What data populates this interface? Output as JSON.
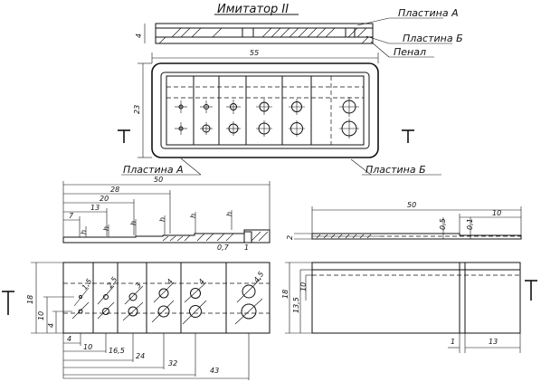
{
  "labels": {
    "title": "Имитатор II",
    "plate_a": "Пластина А",
    "plate_b": "Пластина Б",
    "case": "Пенал",
    "plate_a_bottom": "Пластина А",
    "plate_b_bottom": "Пластина Б"
  },
  "dims": {
    "top_width": "55",
    "top_height": "23",
    "top_thick": "4",
    "a_50": "50",
    "a_28": "28",
    "a_20": "20",
    "a_13": "13",
    "a_7": "7",
    "a_h1": "h",
    "a_h2": "h",
    "a_h3": "h",
    "a_h4": "h",
    "a_h5": "h",
    "a_h6": "h",
    "a_07": "0,7",
    "a_1": "1",
    "b_50": "50",
    "b_05": "0,5",
    "b_01": "0,1",
    "b_10": "10",
    "b_2": "2",
    "c_18": "18",
    "c_10": "10",
    "c_4": "4",
    "c_4b": "4",
    "c_10b": "10",
    "c_165": "16,5",
    "c_24": "24",
    "c_32": "32",
    "c_43": "43",
    "d_18": "18",
    "d_135": "13,5",
    "d_10": "10",
    "d_1": "1",
    "d_13": "13",
    "h_d1": "1,5",
    "h_d2": "2,5",
    "h_d3": "3",
    "h_d4": "4",
    "h_d5": "4",
    "h_d6": "4,5"
  },
  "icons": {
    "section_a": "section-mark-icon",
    "section_b": "section-mark-icon"
  }
}
